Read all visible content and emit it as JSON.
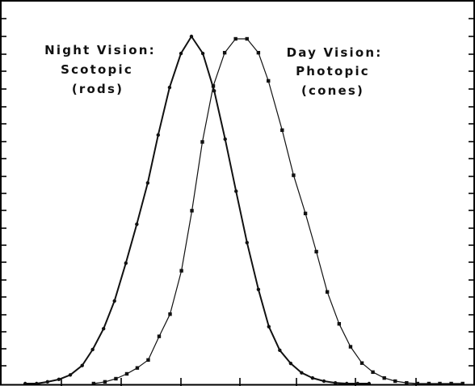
{
  "chart_data": {
    "type": "line",
    "title": "",
    "xlabel": "",
    "ylabel": "",
    "x_ticks_shown": false,
    "y_ticks_shown": false,
    "grid": false,
    "legend": "none",
    "xlim": [
      0,
      100
    ],
    "ylim": [
      0,
      1
    ],
    "series": [
      {
        "name": "Night Vision: Scotopic (rods)",
        "label_lines": [
          "Night Vision:",
          "Scotopic",
          "(rods)"
        ],
        "marker": "dot",
        "color": "#111111",
        "points": [
          [
            5.3,
            0.0
          ],
          [
            7.7,
            0.0
          ],
          [
            10.0,
            0.005
          ],
          [
            12.4,
            0.012
          ],
          [
            14.8,
            0.025
          ],
          [
            17.3,
            0.052
          ],
          [
            19.5,
            0.098
          ],
          [
            21.8,
            0.158
          ],
          [
            24.1,
            0.238
          ],
          [
            26.5,
            0.347
          ],
          [
            28.8,
            0.459
          ],
          [
            31.1,
            0.578
          ],
          [
            33.3,
            0.716
          ],
          [
            35.7,
            0.853
          ],
          [
            38.1,
            0.951
          ],
          [
            40.3,
            1.0
          ],
          [
            42.7,
            0.951
          ],
          [
            45.1,
            0.843
          ],
          [
            47.4,
            0.704
          ],
          [
            49.7,
            0.554
          ],
          [
            52.0,
            0.406
          ],
          [
            54.4,
            0.271
          ],
          [
            56.6,
            0.164
          ],
          [
            58.9,
            0.096
          ],
          [
            61.2,
            0.058
          ],
          [
            63.5,
            0.031
          ],
          [
            65.8,
            0.016
          ],
          [
            68.2,
            0.007
          ],
          [
            70.6,
            0.002
          ],
          [
            73.0,
            0.0
          ],
          [
            75.3,
            0.0
          ],
          [
            77.7,
            0.0
          ]
        ]
      },
      {
        "name": "Day Vision: Photopic (cones)",
        "label_lines": [
          "Day Vision:",
          "Photopic",
          "(cones)"
        ],
        "marker": "square",
        "color": "#111111",
        "points": [
          [
            19.7,
            0.0
          ],
          [
            22.1,
            0.005
          ],
          [
            24.4,
            0.014
          ],
          [
            26.7,
            0.028
          ],
          [
            28.9,
            0.045
          ],
          [
            31.2,
            0.068
          ],
          [
            33.5,
            0.136
          ],
          [
            35.8,
            0.2
          ],
          [
            38.2,
            0.325
          ],
          [
            40.4,
            0.498
          ],
          [
            42.6,
            0.696
          ],
          [
            44.9,
            0.857
          ],
          [
            47.3,
            0.953
          ],
          [
            49.6,
            0.993
          ],
          [
            52.0,
            0.993
          ],
          [
            54.4,
            0.953
          ],
          [
            56.5,
            0.872
          ],
          [
            59.4,
            0.73
          ],
          [
            61.8,
            0.6
          ],
          [
            64.3,
            0.49
          ],
          [
            66.6,
            0.38
          ],
          [
            68.9,
            0.264
          ],
          [
            71.4,
            0.172
          ],
          [
            73.8,
            0.106
          ],
          [
            76.2,
            0.059
          ],
          [
            78.5,
            0.033
          ],
          [
            80.9,
            0.016
          ],
          [
            83.2,
            0.007
          ],
          [
            85.6,
            0.002
          ],
          [
            87.9,
            0.0
          ],
          [
            90.3,
            0.0
          ],
          [
            92.6,
            0.0
          ],
          [
            95.0,
            0.0
          ],
          [
            97.4,
            0.0
          ]
        ]
      }
    ]
  }
}
